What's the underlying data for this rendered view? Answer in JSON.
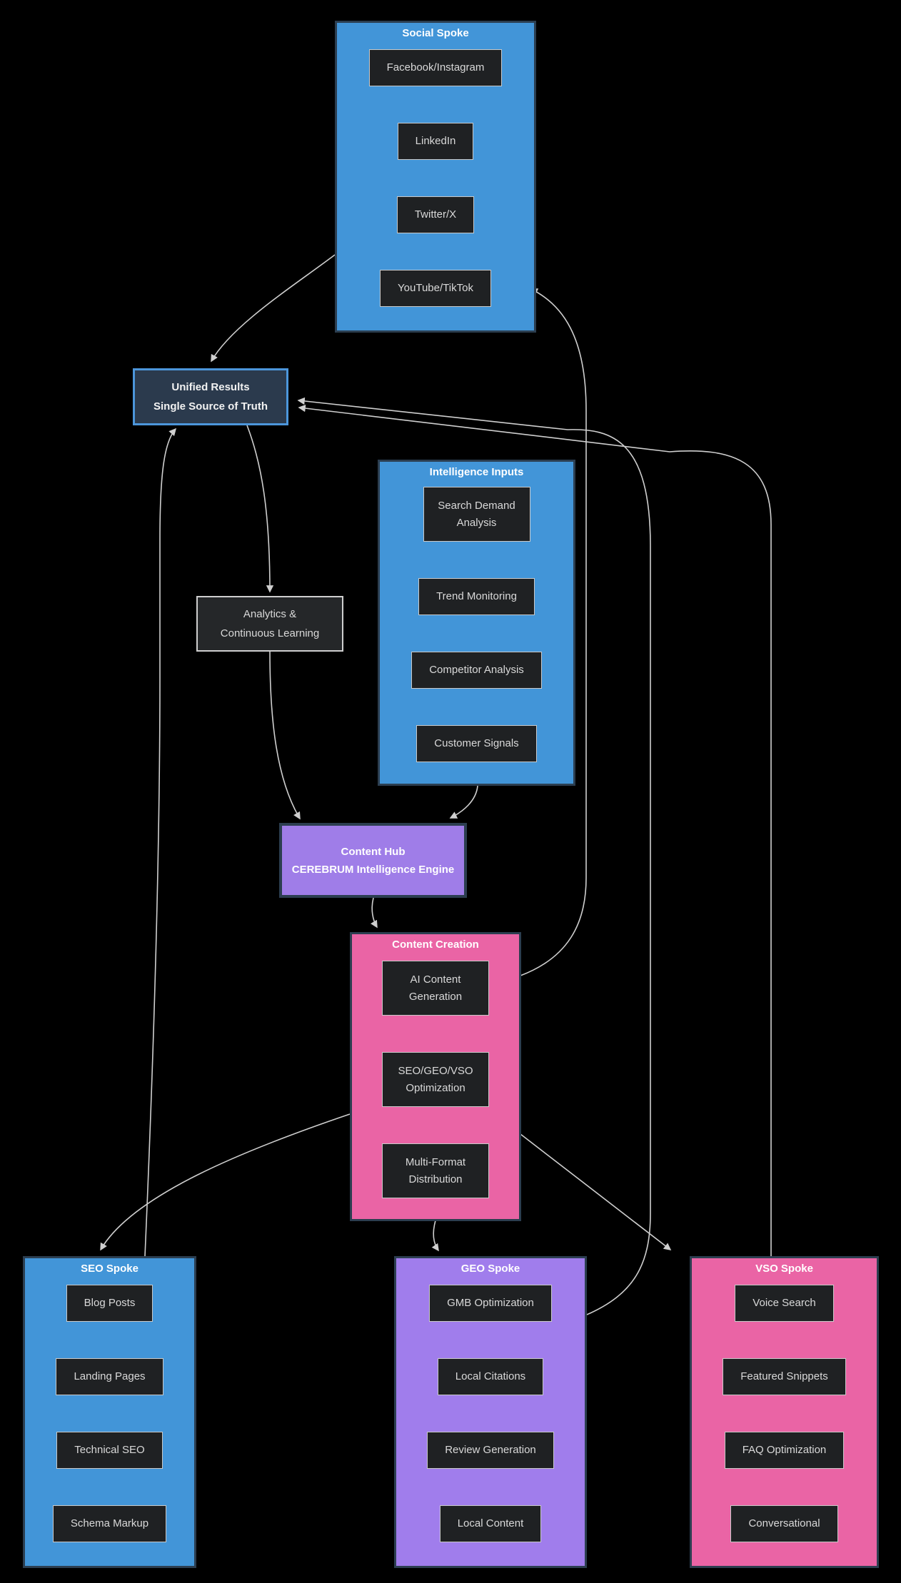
{
  "diagram": {
    "clusters": [
      {
        "id": "social",
        "title": "Social Spoke",
        "items": [
          "Facebook/Instagram",
          "LinkedIn",
          "Twitter/X",
          "YouTube/TikTok"
        ]
      },
      {
        "id": "intelligence",
        "title": "Intelligence Inputs",
        "items": [
          "Search Demand Analysis",
          "Trend Monitoring",
          "Competitor Analysis",
          "Customer Signals"
        ]
      },
      {
        "id": "creation",
        "title": "Content Creation",
        "items": [
          "AI Content Generation",
          "SEO/GEO/VSO Optimization",
          "Multi-Format Distribution"
        ]
      },
      {
        "id": "seo",
        "title": "SEO Spoke",
        "items": [
          "Blog Posts",
          "Landing Pages",
          "Technical SEO",
          "Schema Markup"
        ]
      },
      {
        "id": "geo",
        "title": "GEO Spoke",
        "items": [
          "GMB Optimization",
          "Local Citations",
          "Review Generation",
          "Local Content"
        ]
      },
      {
        "id": "vso",
        "title": "VSO Spoke",
        "items": [
          "Voice Search",
          "Featured Snippets",
          "FAQ Optimization",
          "Conversational"
        ]
      }
    ],
    "nodes": {
      "unified": {
        "line1": "Unified Results",
        "line2": "Single Source of Truth"
      },
      "analytics": {
        "line1": "Analytics &",
        "line2": "Continuous Learning"
      },
      "hub": {
        "line1": "Content Hub",
        "line2": "CEREBRUM Intelligence Engine"
      }
    },
    "edges": [
      {
        "from": "Social Spoke",
        "to": "Unified Results"
      },
      {
        "from": "SEO Spoke",
        "to": "Unified Results"
      },
      {
        "from": "GEO Spoke",
        "to": "Unified Results"
      },
      {
        "from": "VSO Spoke",
        "to": "Unified Results"
      },
      {
        "from": "Unified Results",
        "to": "Analytics & Continuous Learning"
      },
      {
        "from": "Analytics & Continuous Learning",
        "to": "Content Hub"
      },
      {
        "from": "Intelligence Inputs",
        "to": "Content Hub"
      },
      {
        "from": "Content Hub",
        "to": "Content Creation"
      },
      {
        "from": "Content Creation",
        "to": "SEO Spoke"
      },
      {
        "from": "Content Creation",
        "to": "GEO Spoke"
      },
      {
        "from": "Content Creation",
        "to": "VSO Spoke"
      },
      {
        "from": "Content Creation",
        "to": "Social Spoke"
      }
    ],
    "colors": {
      "background": "#000000",
      "cluster_blue": "#4295D8",
      "cluster_purple": "#A07DEC",
      "cluster_pink": "#EA64A5",
      "inner_node_fill": "#1F2123",
      "inner_node_border": "#C9C9C9",
      "unified_fill": "#2B3A4D",
      "unified_border": "#4C96DB",
      "dark_border": "#2C3E50",
      "edge_line": "#CFCFCF",
      "title_text": "#FFFFFF",
      "node_text": "#D9D9D9"
    }
  }
}
